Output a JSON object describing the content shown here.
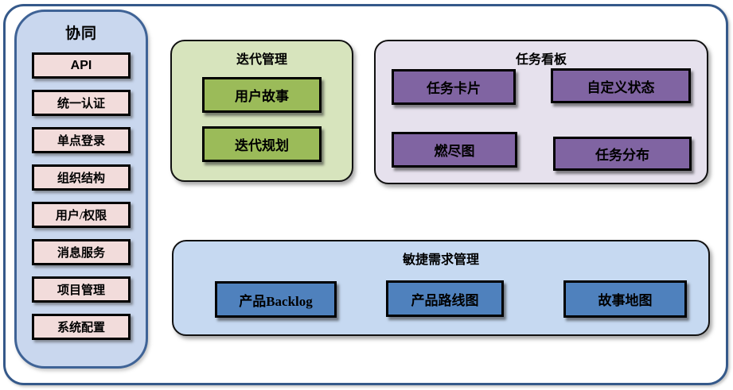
{
  "sidebar": {
    "title": "协同",
    "items": [
      "API",
      "统一认证",
      "单点登录",
      "组织结构",
      "用户/权限",
      "消息服务",
      "项目管理",
      "系统配置"
    ]
  },
  "iteration_panel": {
    "title": "迭代管理",
    "items": [
      "用户故事",
      "迭代规划"
    ]
  },
  "taskboard_panel": {
    "title": "任务看板",
    "items": [
      "任务卡片",
      "自定义状态",
      "燃尽图",
      "任务分布"
    ]
  },
  "requirements_panel": {
    "title": "敏捷需求管理",
    "items": [
      "产品Backlog",
      "产品路线图",
      "故事地图"
    ]
  },
  "colors": {
    "outer_frame_border": "#35598a",
    "sidebar_bg": "#c9d7ee",
    "sidebar_border": "#3f6396",
    "module_box_bg": "#f2dcdb",
    "iteration_panel_bg": "#d7e4bd",
    "iteration_box_bg": "#9bbb59",
    "taskboard_panel_bg": "#e6e1ed",
    "taskboard_box_bg": "#8064a2",
    "requirements_panel_bg": "#c6d9f1",
    "requirements_box_bg": "#4f81bd",
    "box_border": "#000000"
  }
}
